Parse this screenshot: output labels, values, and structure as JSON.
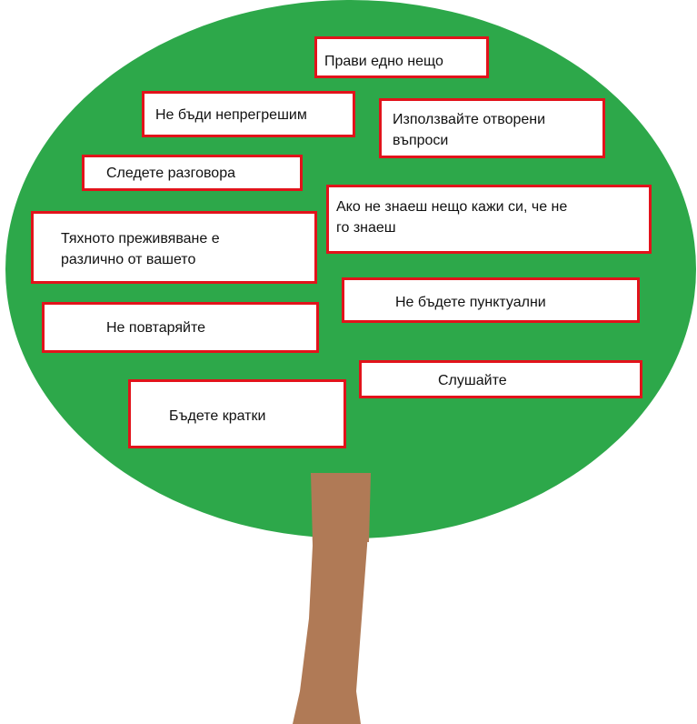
{
  "diagram": {
    "colors": {
      "crown": "#2da84a",
      "trunk": "#b07a56",
      "card_border": "#e2131b",
      "card_fill": "#ffffff",
      "text": "#111111"
    },
    "cards": [
      {
        "id": "do-one-thing",
        "text": "Прави едно нещо"
      },
      {
        "id": "dont-be-infallible",
        "text": "Не бъди непрегрешим"
      },
      {
        "id": "use-open-questions",
        "text": "Използвайте отворени\nвъпроси"
      },
      {
        "id": "follow-conversation",
        "text": "Следете разговора"
      },
      {
        "id": "if-you-dont-know",
        "text": "Ако не знаеш нещо кажи си, че не\nго знаеш"
      },
      {
        "id": "their-experience",
        "text": "Тяхното преживяване е\nразлично от вашето"
      },
      {
        "id": "dont-be-punctual",
        "text": "Не бъдете пунктуални"
      },
      {
        "id": "dont-repeat",
        "text": "Не повтаряйте"
      },
      {
        "id": "listen",
        "text": "Слушайте"
      },
      {
        "id": "be-brief",
        "text": "Бъдете кратки"
      }
    ]
  }
}
